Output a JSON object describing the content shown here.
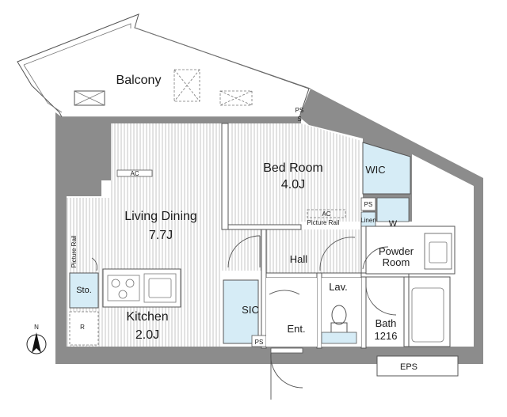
{
  "rooms": {
    "balcony": "Balcony",
    "bedroom": "Bed Room",
    "bedroom_size": "4.0J",
    "wic": "WIC",
    "living": "Living Dining",
    "living_size": "7.7J",
    "hall": "Hall",
    "powder": "Powder",
    "powder2": "Room",
    "kitchen": "Kitchen",
    "kitchen_size": "2.0J",
    "sic": "SIC",
    "lav": "Lav.",
    "entrance": "Ent.",
    "bath": "Bath",
    "bath_size": "1216",
    "eps": "EPS",
    "storage": "Sto.",
    "fridge": "R",
    "linen": "Linen",
    "washer": "W"
  },
  "labels": {
    "ac_living": "AC",
    "ac_bed": "AC",
    "picture_rail_bed": "Picture Rail",
    "picture_rail_living": "Picture Rail",
    "ps_top": "PS",
    "ps_wic": "PS",
    "ps_sic": "PS",
    "s_mark": "S"
  },
  "compass": {
    "north": "N"
  },
  "colors": {
    "wall": "#8c8c8c",
    "storage_blue": "#d6ecf6",
    "floor_hatch": "#b5b5b5"
  }
}
